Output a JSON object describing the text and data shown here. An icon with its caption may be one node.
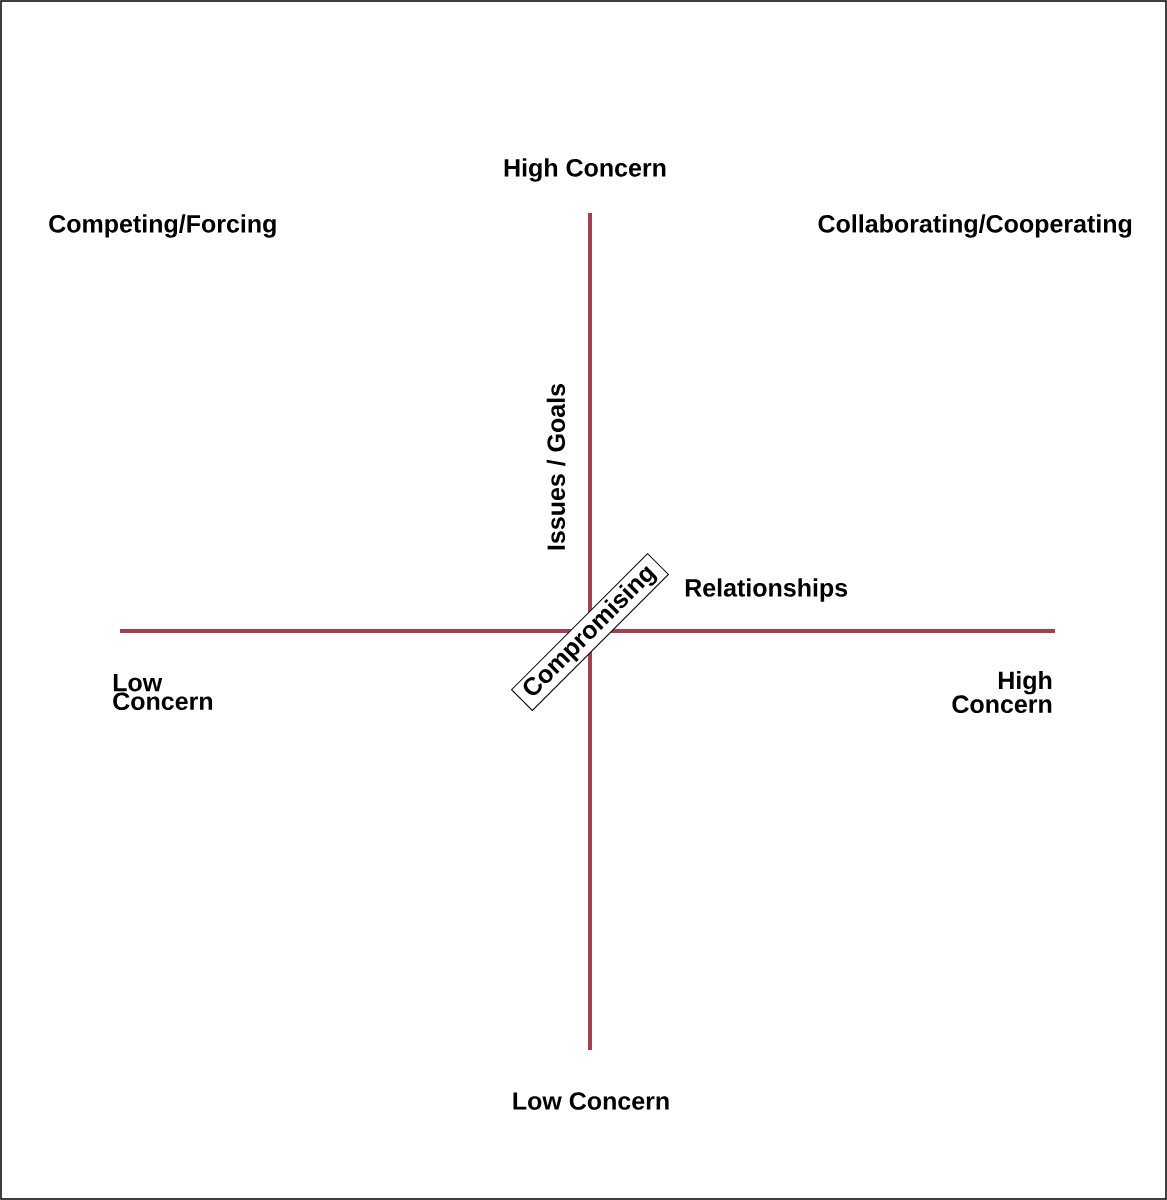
{
  "diagram": {
    "nodes": [
      {
        "text": [
          "Compromising"
        ]
      }
    ],
    "edges": [],
    "labels": [
      "High Concern",
      "Competing/Forcing",
      "Collaborating/Cooperating",
      "Issues / Goals",
      "Relationships",
      "Low Concern",
      "High Concern",
      "Low Concern"
    ]
  }
}
